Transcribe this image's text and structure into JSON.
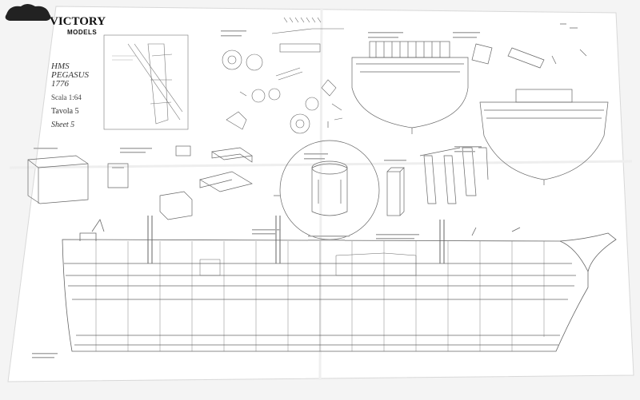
{
  "brand": {
    "name": "VICTORY",
    "sub": "MODELS"
  },
  "title": {
    "line1": "HMS",
    "line2": "PEGASUS",
    "line3": "1776",
    "scale": "Scala 1:64",
    "tavola": "Tavola 5",
    "sheet": "Sheet 5"
  },
  "colors": {
    "paper": "#ffffff",
    "line": "#6b6b6b",
    "fold": "#e8e8e8",
    "background": "#f2f2f2"
  }
}
